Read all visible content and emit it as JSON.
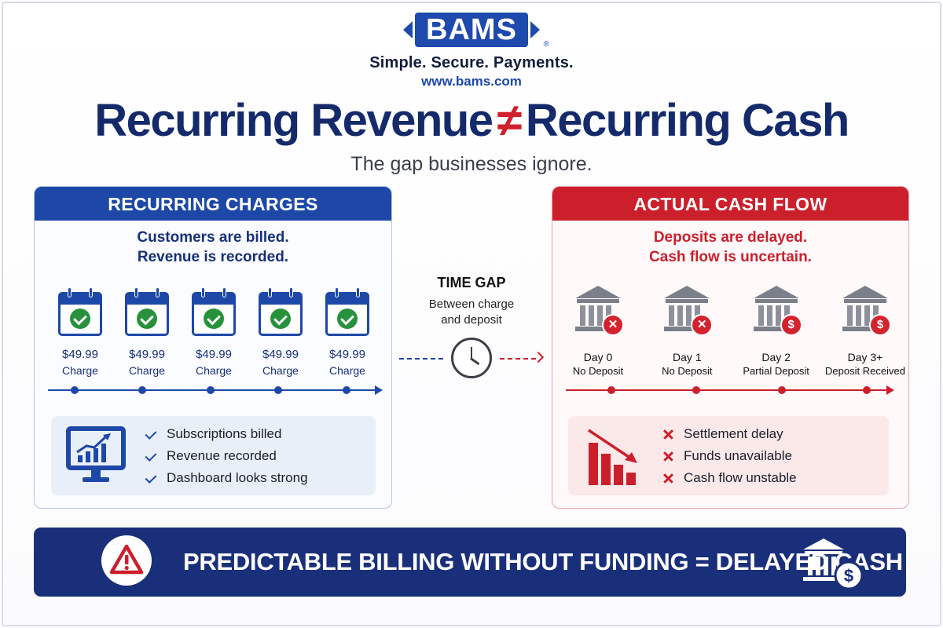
{
  "brand": {
    "logo_text": "BAMS",
    "registered_mark": "®",
    "tagline": "Simple. Secure. Payments.",
    "url": "www.bams.com"
  },
  "headline": {
    "left": "Recurring Revenue",
    "symbol": "≠",
    "right": "Recurring Cash",
    "subtitle": "The gap businesses ignore."
  },
  "left_panel": {
    "title": "RECURRING CHARGES",
    "description_line1": "Customers are billed.",
    "description_line2": "Revenue is recorded.",
    "charges": [
      {
        "amount": "$49.99",
        "label": "Charge",
        "icon": "calendar-check-icon"
      },
      {
        "amount": "$49.99",
        "label": "Charge",
        "icon": "calendar-check-icon"
      },
      {
        "amount": "$49.99",
        "label": "Charge",
        "icon": "calendar-check-icon"
      },
      {
        "amount": "$49.99",
        "label": "Charge",
        "icon": "calendar-check-icon"
      },
      {
        "amount": "$49.99",
        "label": "Charge",
        "icon": "calendar-check-icon"
      }
    ],
    "summary_icon": "monitor-chart-icon",
    "summary_items": [
      "Subscriptions billed",
      "Revenue recorded",
      "Dashboard looks strong"
    ]
  },
  "time_gap": {
    "title": "TIME GAP",
    "description_line1": "Between charge",
    "description_line2": "and deposit",
    "icon": "clock-icon"
  },
  "right_panel": {
    "title": "ACTUAL CASH FLOW",
    "description_line1": "Deposits are delayed.",
    "description_line2": "Cash flow is uncertain.",
    "deposits": [
      {
        "day": "Day 0",
        "status": "No Deposit",
        "badge": "✕"
      },
      {
        "day": "Day 1",
        "status": "No Deposit",
        "badge": "✕"
      },
      {
        "day": "Day 2",
        "status": "Partial Deposit",
        "badge": "$"
      },
      {
        "day": "Day 3+",
        "status": "Deposit Received",
        "badge": "$"
      }
    ],
    "summary_icon": "declining-bar-chart-icon",
    "summary_items": [
      "Settlement delay",
      "Funds unavailable",
      "Cash flow unstable"
    ]
  },
  "bottom_banner": {
    "text": "PREDICTABLE BILLING WITHOUT FUNDING = DELAYED CASH",
    "left_icon": "warning-icon",
    "right_icon": "bank-dollar-icon"
  },
  "colors": {
    "navy": "#142a6b",
    "blue": "#1d48a8",
    "red": "#cc1f2c",
    "green": "#27923b",
    "banner": "#1a2f7a"
  }
}
